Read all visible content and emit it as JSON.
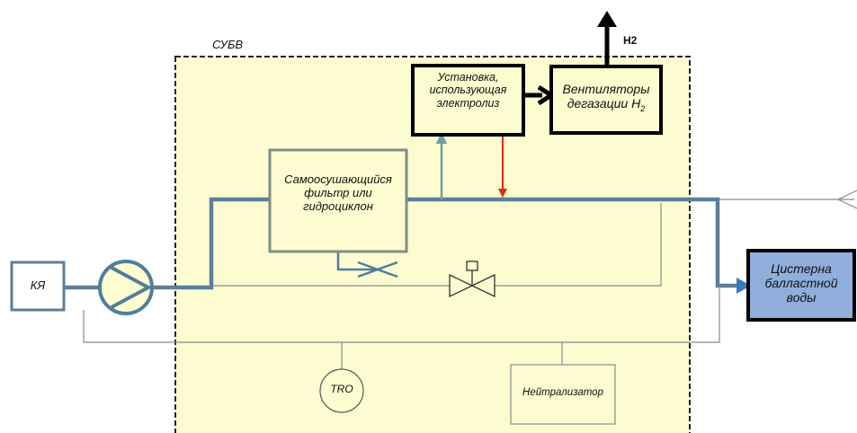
{
  "diagram": {
    "system_label": "СУБВ",
    "electrolysis_unit": {
      "lines": [
        "Установка,",
        "использующая",
        "электролиз"
      ]
    },
    "degassing_fans": {
      "line1": "Вентиляторы",
      "line2_prefix": "дегазации H",
      "line2_sub": "2"
    },
    "h2_output": "H2",
    "filter": {
      "lines": [
        "Самоосушающийся",
        "фильтр или",
        "гидроциклон"
      ]
    },
    "sea_chest": "КЯ",
    "ballast_tank": {
      "lines": [
        "Цистерна",
        "балластной",
        "воды"
      ]
    },
    "tro_sensor": "TRO",
    "neutralizer": "Нейтрализатор",
    "colors": {
      "system_fill": "#fdfbd0",
      "main_pipe": "#5b7f99",
      "ballast_pipe": "#3a7bbf",
      "ballast_tank_fill": "#8faedb",
      "dose_arrow": "#e02a12",
      "box_border": "#7d8f86",
      "heavy_border": "#000000"
    }
  }
}
